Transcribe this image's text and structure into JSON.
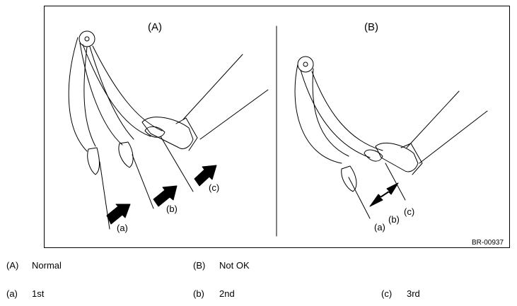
{
  "figure": {
    "panel_a_label": "(A)",
    "panel_b_label": "(B)",
    "label_a": "(a)",
    "label_b": "(b)",
    "label_c": "(c)",
    "code": "BR-00937"
  },
  "legend": {
    "row1": [
      {
        "key": "(A)",
        "text": "Normal"
      },
      {
        "key": "(B)",
        "text": "Not OK"
      }
    ],
    "row2": [
      {
        "key": "(a)",
        "text": "1st"
      },
      {
        "key": "(b)",
        "text": "2nd"
      },
      {
        "key": "(c)",
        "text": "3rd"
      }
    ]
  }
}
